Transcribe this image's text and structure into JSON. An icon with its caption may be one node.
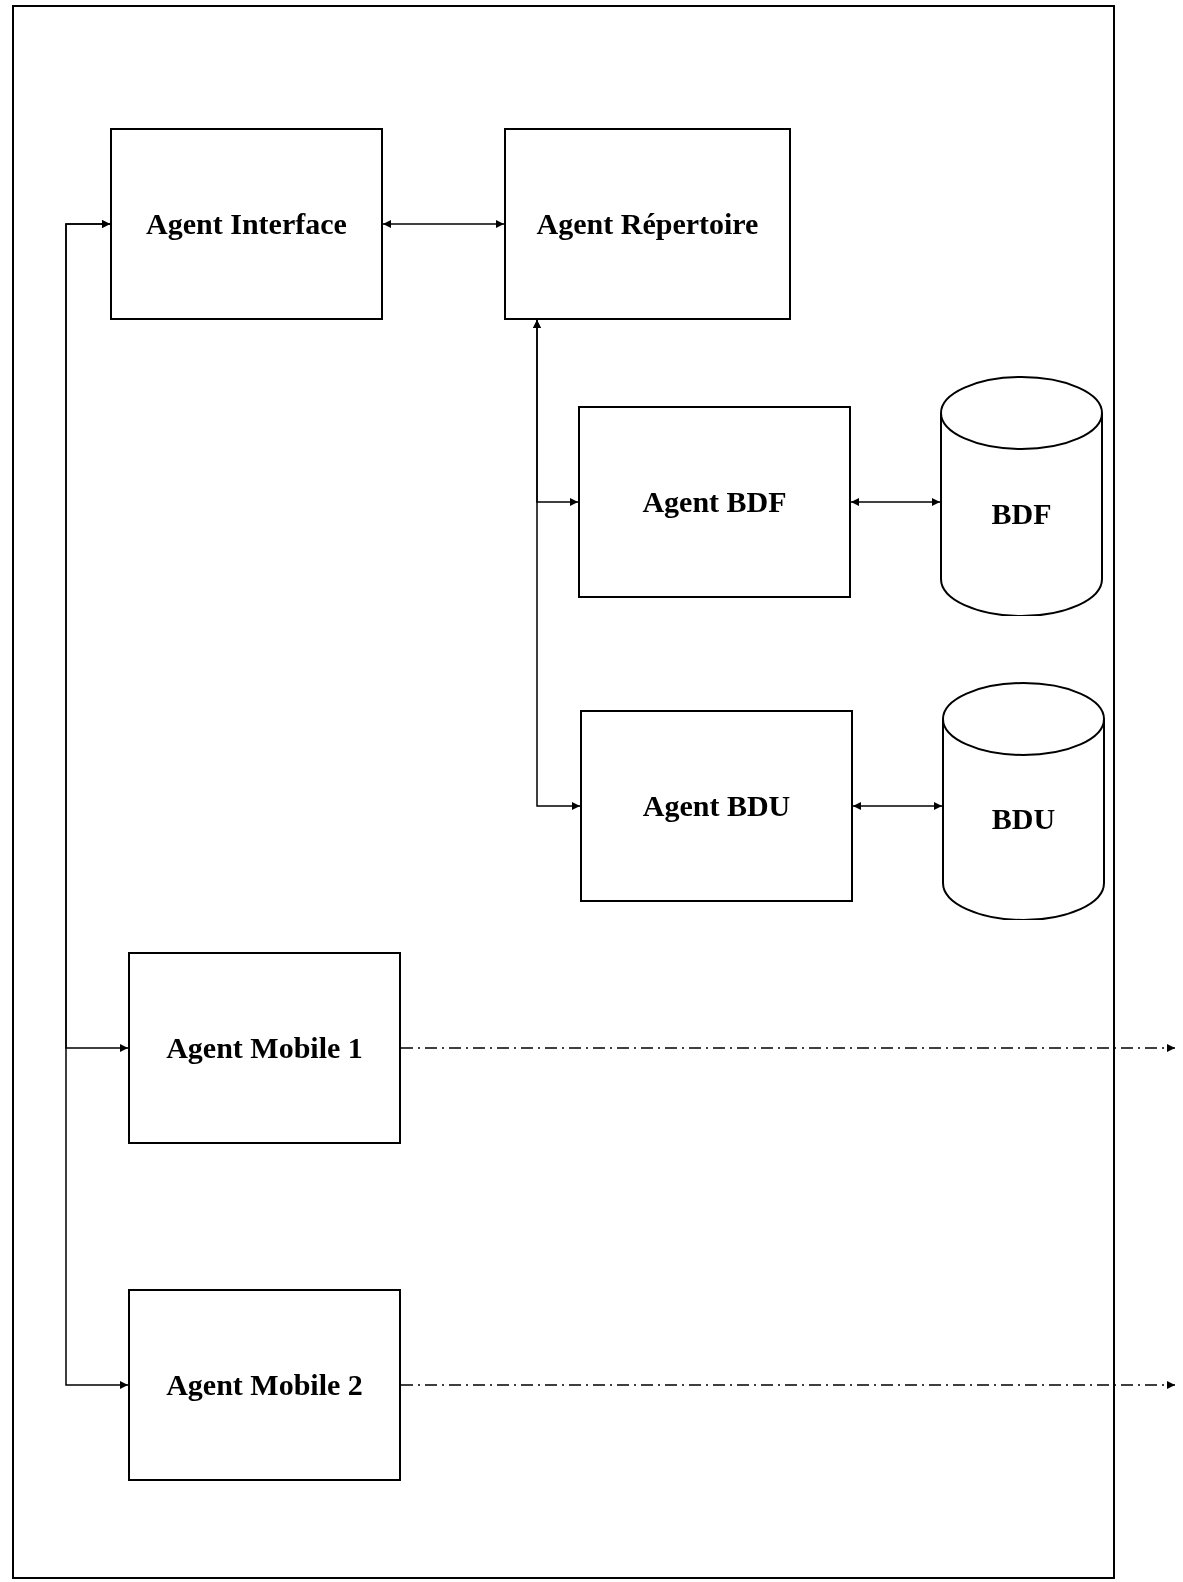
{
  "diagram": {
    "nodes": [
      {
        "text": [],
        "shape": "box"
      },
      {
        "text": [
          "Agent Interface"
        ],
        "in": 0
      },
      {
        "text": [
          "Agent Répertoire"
        ],
        "in": 0
      },
      {
        "text": [
          "Agent BDF"
        ],
        "in": 0
      },
      {
        "text": [
          "BDF"
        ],
        "in": 0
      },
      {
        "text": [
          "Agent BDU"
        ],
        "in": 0
      },
      {
        "text": [
          "BDU"
        ],
        "in": 0
      },
      {
        "text": [
          "Agent Mobile 1"
        ],
        "in": 0
      },
      {
        "text": [
          "Agent Mobile 2"
        ],
        "in": 0
      }
    ],
    "edges": [
      {
        "from": 1,
        "to": 2,
        "arrow": "both"
      },
      {
        "from": 2,
        "to": 3,
        "arrow": "both"
      },
      {
        "from": 2,
        "to": 5,
        "arrow": "both"
      },
      {
        "from": 3,
        "to": 4,
        "arrow": "both"
      },
      {
        "from": 5,
        "to": 6,
        "arrow": "both"
      },
      {
        "from": 1,
        "to": 7,
        "arrow": "both"
      },
      {
        "from": 1,
        "to": 8,
        "arrow": "both"
      },
      {
        "from": 7,
        "to": null,
        "arrow": "to",
        "style": "dashed"
      },
      {
        "from": 8,
        "to": null,
        "arrow": "to",
        "style": "dashed"
      }
    ]
  }
}
